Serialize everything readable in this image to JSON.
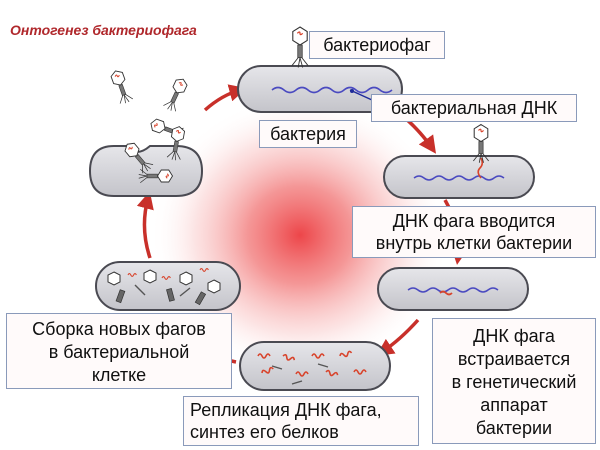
{
  "title": "Онтогенез бактериофага",
  "labels": {
    "phage": "бактериофаг",
    "bacterial_dna": "бактериальная ДНК",
    "bacterium": "бактерия",
    "injection_line1": "ДНК фага вводится",
    "injection_line2": "внутрь клетки бактерии",
    "integration_line1": "ДНК  фага",
    "integration_line2": "встраивается",
    "integration_line3": "в генетический",
    "integration_line4": "аппарат",
    "integration_line5": "бактерии",
    "replication_line1": "Репликация ДНК фага,",
    "replication_line2": "синтез его белков",
    "assembly_line1": "Сборка новых фагов",
    "assembly_line2": "в бактериальной",
    "assembly_line3": "клетке"
  },
  "colors": {
    "title": "#b0282c",
    "cycle_arrow": "#c8302a",
    "cell_fill": "#d3d3d8",
    "cell_stroke": "#4a4a52",
    "bacterial_dna": "#4a4ac0",
    "phage_dna": "#d8442c",
    "label_border": "#8a9aba",
    "center_glow": "#ec3c40"
  },
  "icons": [
    "phage-icon",
    "cycle-arrow-icon",
    "bacterium-cell-icon"
  ]
}
